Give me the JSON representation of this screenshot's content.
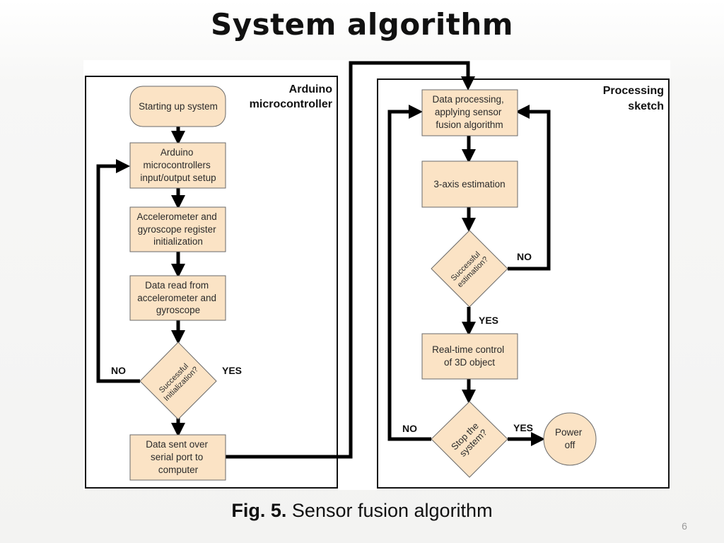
{
  "slide": {
    "title": "System algorithm",
    "page_number": "6",
    "caption_bold": "Fig. 5.",
    "caption_text": " Sensor fusion algorithm"
  },
  "colors": {
    "node_fill": "#fbe3c5",
    "node_stroke": "#5a5a5a",
    "connector": "#000000"
  },
  "panels": {
    "arduino": {
      "label_line1": "Arduino",
      "label_line2": "microcontroller"
    },
    "processing": {
      "label_line1": "Processing",
      "label_line2": "sketch"
    }
  },
  "nodes": {
    "start": {
      "lines": [
        "Starting up system"
      ]
    },
    "io_setup": {
      "lines": [
        "Arduino",
        "microcontrollers",
        "input/output setup"
      ]
    },
    "register_init": {
      "lines": [
        "Accelerometer and",
        "gyroscope register",
        "initialization"
      ]
    },
    "data_read": {
      "lines": [
        "Data read from",
        "accelerometer and",
        "gyroscope"
      ]
    },
    "init_check": {
      "lines": [
        "Successful",
        "Initialization?"
      ]
    },
    "data_sent": {
      "lines": [
        "Data sent over",
        "serial port to",
        "computer"
      ]
    },
    "data_processing": {
      "lines": [
        "Data processing,",
        "applying sensor",
        "fusion algorithm"
      ]
    },
    "axis_estimation": {
      "lines": [
        "3-axis estimation"
      ]
    },
    "estimation_check": {
      "lines": [
        "Successful",
        "estimation?"
      ]
    },
    "realtime_control": {
      "lines": [
        "Real-time control",
        "of 3D object"
      ]
    },
    "stop_check": {
      "lines": [
        "Stop the",
        "system?"
      ]
    },
    "power_off": {
      "lines": [
        "Power",
        "off"
      ]
    }
  },
  "branch_labels": {
    "init_no": "NO",
    "init_yes": "YES",
    "estimation_no": "NO",
    "estimation_yes": "YES",
    "stop_no": "NO",
    "stop_yes": "YES"
  }
}
